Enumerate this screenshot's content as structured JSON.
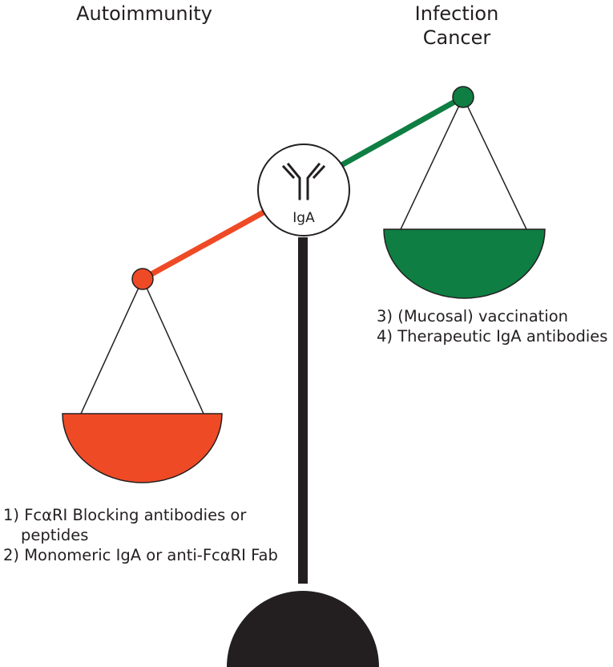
{
  "left_side": {
    "title": "Autoimmunity",
    "color": "#ef4a26",
    "items": [
      "1) FcαRI Blocking antibodies or",
      "peptides",
      "2) Monomeric IgA or anti-FcαRI Fab"
    ]
  },
  "right_side": {
    "title_line1": "Infection",
    "title_line2": "Cancer",
    "color": "#0e7e43",
    "items": [
      "3) (Mucosal) vaccination",
      "4) Therapeutic IgA antibodies"
    ]
  },
  "fulcrum": {
    "label": "IgA",
    "icon": "antibody-icon",
    "color": "#231f20"
  }
}
